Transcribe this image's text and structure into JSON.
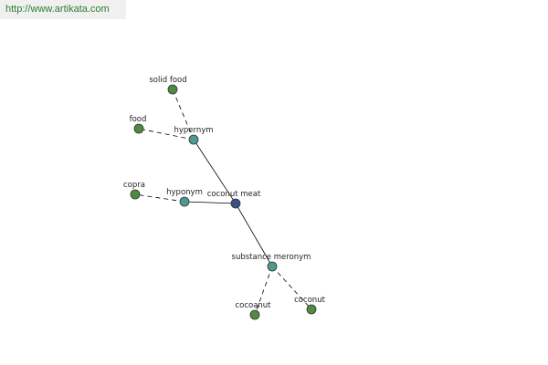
{
  "header": {
    "url": "http://www.artikata.com"
  },
  "colors": {
    "center": "#3a4f8a",
    "relation": "#4d9a8f",
    "leaf": "#4f8a3e"
  },
  "graph": {
    "nodes": [
      {
        "id": "coconut-meat",
        "label": "coconut meat",
        "kind": "center"
      },
      {
        "id": "hypernym",
        "label": "hypernym",
        "kind": "relation"
      },
      {
        "id": "hyponym",
        "label": "hyponym",
        "kind": "relation"
      },
      {
        "id": "substance-meronym",
        "label": "substance meronym",
        "kind": "relation"
      },
      {
        "id": "solid-food",
        "label": "solid food",
        "kind": "leaf"
      },
      {
        "id": "food",
        "label": "food",
        "kind": "leaf"
      },
      {
        "id": "copra",
        "label": "copra",
        "kind": "leaf"
      },
      {
        "id": "cocoanut",
        "label": "cocoanut",
        "kind": "leaf"
      },
      {
        "id": "coconut",
        "label": "coconut",
        "kind": "leaf"
      }
    ],
    "edges": [
      {
        "from": "coconut-meat",
        "to": "hypernym",
        "style": "solid"
      },
      {
        "from": "coconut-meat",
        "to": "hyponym",
        "style": "solid"
      },
      {
        "from": "coconut-meat",
        "to": "substance-meronym",
        "style": "solid"
      },
      {
        "from": "hypernym",
        "to": "solid-food",
        "style": "dashed"
      },
      {
        "from": "hypernym",
        "to": "food",
        "style": "dashed"
      },
      {
        "from": "hyponym",
        "to": "copra",
        "style": "dashed"
      },
      {
        "from": "substance-meronym",
        "to": "cocoanut",
        "style": "dashed"
      },
      {
        "from": "substance-meronym",
        "to": "coconut",
        "style": "dashed"
      }
    ]
  }
}
